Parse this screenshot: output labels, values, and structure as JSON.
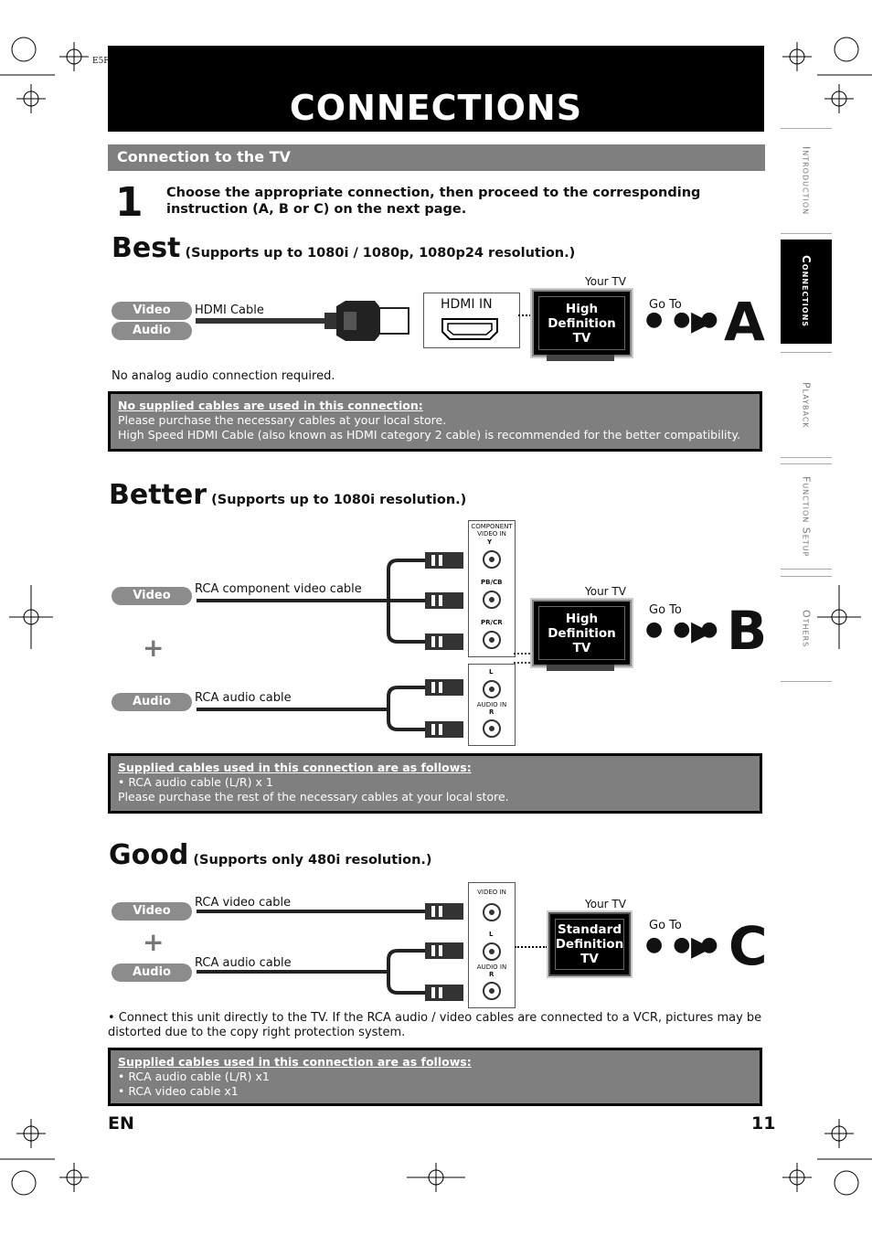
{
  "page_title": "CONNECTIONS",
  "section_title": "Connection to the TV",
  "step": {
    "number": "1",
    "text": "Choose the appropriate connection, then proceed to the corresponding instruction (A, B or C) on the next page."
  },
  "best": {
    "heading": "Best",
    "subtitle": "(Supports up to 1080i / 1080p, 1080p24 resolution.)",
    "video_label": "Video",
    "audio_label": "Audio",
    "cable_label": "HDMI Cable",
    "port_label": "HDMI IN",
    "your_tv": "Your TV",
    "tv_text": "High Definition TV",
    "goto": "Go To",
    "letter": "A",
    "note": "No analog audio connection required.",
    "box_heading": "No supplied cables are used in this connection:",
    "box_line1": "Please purchase the necessary cables at your local store.",
    "box_line2": "High Speed HDMI Cable (also known as HDMI category 2 cable) is recommended for the better compatibility."
  },
  "better": {
    "heading": "Better",
    "subtitle": "(Supports up to 1080i resolution.)",
    "video_label": "Video",
    "audio_label": "Audio",
    "plus": "+",
    "video_cable": "RCA component video cable",
    "audio_cable": "RCA audio cable",
    "panel_component_title": "COMPONENT VIDEO IN",
    "jack_y": "Y",
    "jack_pb": "PB/CB",
    "jack_pr": "PR/CR",
    "jack_l": "L",
    "panel_audio_title": "AUDIO IN",
    "jack_r": "R",
    "your_tv": "Your TV",
    "tv_text": "High Definition TV",
    "goto": "Go To",
    "letter": "B",
    "box_heading": "Supplied cables used in this connection are as follows:",
    "box_line1": "•  RCA audio cable (L/R) x 1",
    "box_line2": "Please purchase the rest of the necessary cables at your local store."
  },
  "good": {
    "heading": "Good",
    "subtitle": "(Supports only 480i resolution.)",
    "video_label": "Video",
    "audio_label": "Audio",
    "plus": "+",
    "video_cable": "RCA video cable",
    "audio_cable": "RCA audio cable",
    "panel_video_title": "VIDEO IN",
    "jack_l": "L",
    "panel_audio_title": "AUDIO IN",
    "jack_r": "R",
    "your_tv": "Your TV",
    "tv_text": "Standard Definition TV",
    "goto": "Go To",
    "letter": "C",
    "bullet": "•  Connect this unit directly to the TV. If the RCA audio / video cables are connected to a VCR, pictures may be distorted due to the copy right protection system.",
    "box_heading": "Supplied cables used in this connection are as follows:",
    "box_line1": "•  RCA audio cable (L/R) x1",
    "box_line2": "•  RCA video cable x1"
  },
  "side_tabs": [
    "Introduction",
    "Connections",
    "Playback",
    "Function Setup",
    "Others"
  ],
  "footer": {
    "lang": "EN",
    "page": "11"
  },
  "corner_code": "E5F",
  "dots": "● ● ●",
  "arrow": "▶"
}
